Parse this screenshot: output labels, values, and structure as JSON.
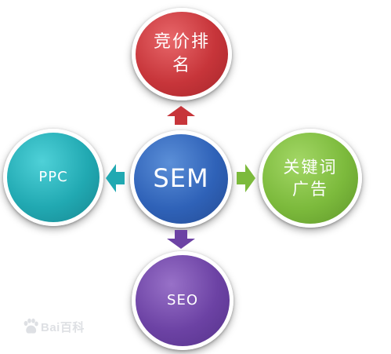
{
  "diagram": {
    "center": {
      "label": "SEM",
      "color": "#2f62b8"
    },
    "top": {
      "label": "竞价排名",
      "color": "#c7353a"
    },
    "left": {
      "label": "PPC",
      "color": "#21a9b2"
    },
    "right": {
      "label": "关键词广告",
      "color": "#7cba3c"
    },
    "bottom": {
      "label": "SEO",
      "color": "#6c42a4"
    },
    "arrows": [
      {
        "direction": "up",
        "color": "#c7353a"
      },
      {
        "direction": "left",
        "color": "#21a9b2"
      },
      {
        "direction": "right",
        "color": "#7cba3c"
      },
      {
        "direction": "down",
        "color": "#6c42a4"
      }
    ]
  },
  "watermark": {
    "text": "Bai百科",
    "icon": "paw-icon"
  }
}
